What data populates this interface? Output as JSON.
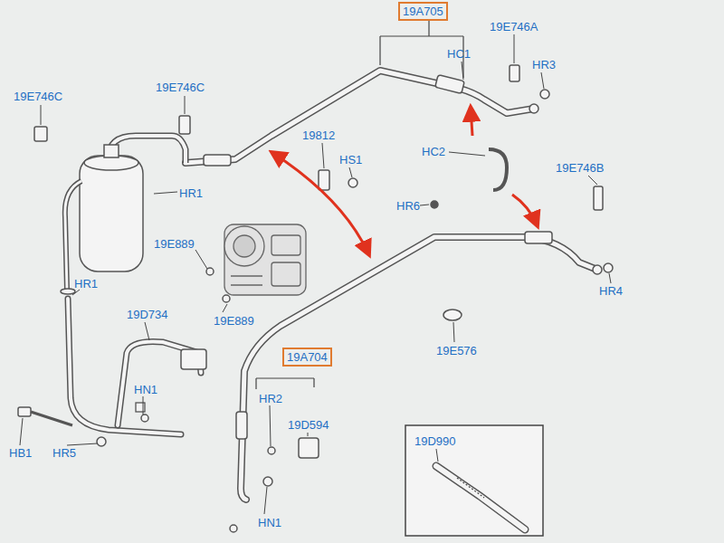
{
  "diagram": {
    "nodes": [
      {
        "text": [
          "19A705"
        ]
      },
      {
        "text": [
          "19A704"
        ]
      }
    ],
    "labels": [
      "19E746A",
      "HC1",
      "HR3",
      "19E746C",
      "19E746C",
      "19812",
      "HS1",
      "HC2",
      "19E746B",
      "HR1",
      "HR6",
      "19E889",
      "HR4",
      "HR1",
      "19D734",
      "19E889",
      "19E576",
      "HN1",
      "HR2",
      "19D594",
      "19D990",
      "HB1",
      "HR5",
      "HN1"
    ]
  }
}
